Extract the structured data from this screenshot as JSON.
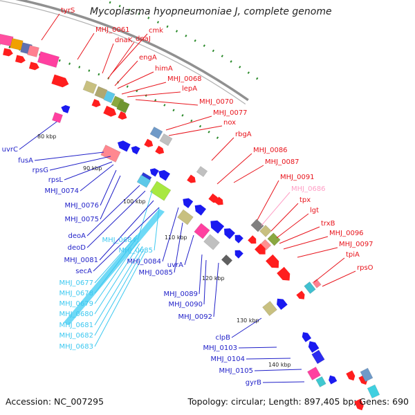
{
  "title": "Mycoplasma hyopneumoniae J, complete genome",
  "footer": {
    "accession": "Accession: NC_007295",
    "summary": "Topology: circular; Length: 897,405 bp; Genes: 690"
  },
  "colors": {
    "forward_label": "#e8141c",
    "reverse_label": "#1f1fc8",
    "pseudo_label": "#ff9ec5",
    "cyan_label": "#3cc8f0",
    "backbone": "#8c8c8c"
  },
  "scale_labels": [
    "80 kbp",
    "90 kbp",
    "100 kbp",
    "110 kbp",
    "120 kbp",
    "130 kbp",
    "140 kbp"
  ],
  "forward_genes": [
    "tyrS",
    "MHJ_0061",
    "cmk",
    "dnaK",
    "dnaJ",
    "engA",
    "himA",
    "MHJ_0068",
    "lepA",
    "MHJ_0070",
    "MHJ_0077",
    "nox",
    "rbgA",
    "MHJ_0086",
    "MHJ_0087",
    "MHJ_0091",
    "MHJ_0686",
    "tpx",
    "lgt",
    "trxB",
    "MHJ_0096",
    "MHJ_0097",
    "tpiA",
    "rpsO"
  ],
  "reverse_genes": [
    "uvrC",
    "fusA",
    "rpsG",
    "rpsL",
    "MHJ_0074",
    "MHJ_0076",
    "MHJ_0075",
    "deoA",
    "deoD",
    "MHJ_0684",
    "MHJ_0685",
    "MHJ_0081",
    "secA",
    "MHJ_0084",
    "MHJ_0085",
    "uvrA",
    "MHJ_0089",
    "MHJ_0090",
    "MHJ_0092",
    "MHJ_0677",
    "MHJ_0678",
    "MHJ_0679",
    "MHJ_0680",
    "MHJ_0681",
    "MHJ_0682",
    "MHJ_0683",
    "clpB",
    "MHJ_0103",
    "MHJ_0104",
    "MHJ_0105",
    "gyrB"
  ]
}
